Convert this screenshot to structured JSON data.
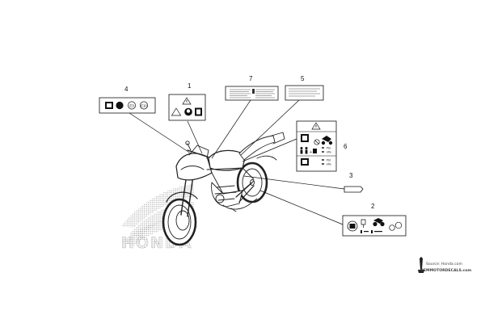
{
  "callouts": [
    {
      "id": "4",
      "label": "4"
    },
    {
      "id": "1",
      "label": "1"
    },
    {
      "id": "7",
      "label": "7"
    },
    {
      "id": "5",
      "label": "5"
    },
    {
      "id": "6",
      "label": "6"
    },
    {
      "id": "3",
      "label": "3"
    },
    {
      "id": "2",
      "label": "2"
    }
  ],
  "label4": {
    "codes": [
      "E3",
      "E10"
    ]
  },
  "label6": {
    "cells": [
      "PSI",
      "kPa",
      "PSI",
      "kPa"
    ]
  },
  "brand_watermark": "HONDA",
  "credit": {
    "line1": "Source: Honda.com",
    "line2": "OEMMOTORDECALS.com"
  }
}
